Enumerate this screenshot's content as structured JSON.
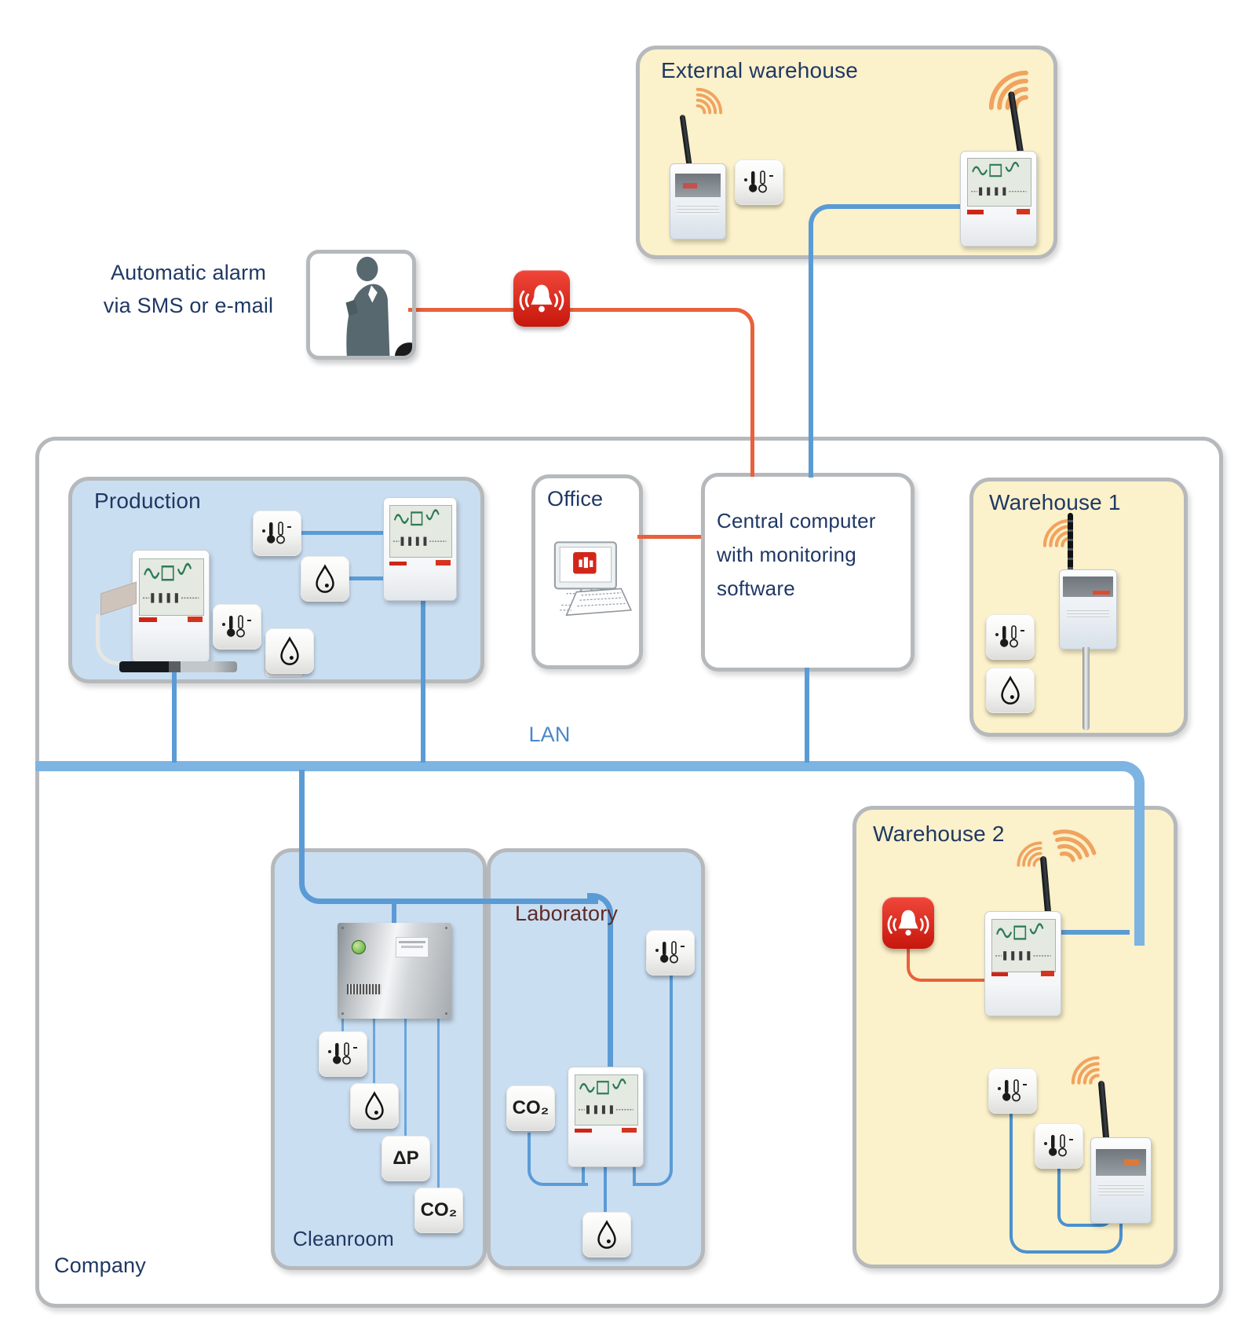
{
  "diagram": {
    "company": "Company",
    "external_warehouse": "External warehouse",
    "production": "Production",
    "office": "Office",
    "central_computer": "Central computer with monitoring software",
    "warehouse1": "Warehouse 1",
    "warehouse2": "Warehouse 2",
    "cleanroom": "Cleanroom",
    "laboratory": "Laboratory",
    "lan": "LAN",
    "alarm_caption_line1": "Automatic alarm",
    "alarm_caption_line2": "via SMS or e-mail"
  },
  "sensors": {
    "delta_p": "ΔP",
    "co2": "CO₂"
  },
  "colors": {
    "box_yellow": "#fbf1ca",
    "box_blue": "#cadef1",
    "border_gray": "#b6b9bc",
    "title_navy": "#1f3864",
    "laboratory_title": "#5f2a26",
    "lan_label": "#4a87c9",
    "lan_line": "#7db4e2",
    "connection_blue": "#5b9bd5",
    "alarm_line_orange": "#e8613c",
    "alarm_red": "#de231a",
    "wave_orange": "#f0a35f"
  }
}
